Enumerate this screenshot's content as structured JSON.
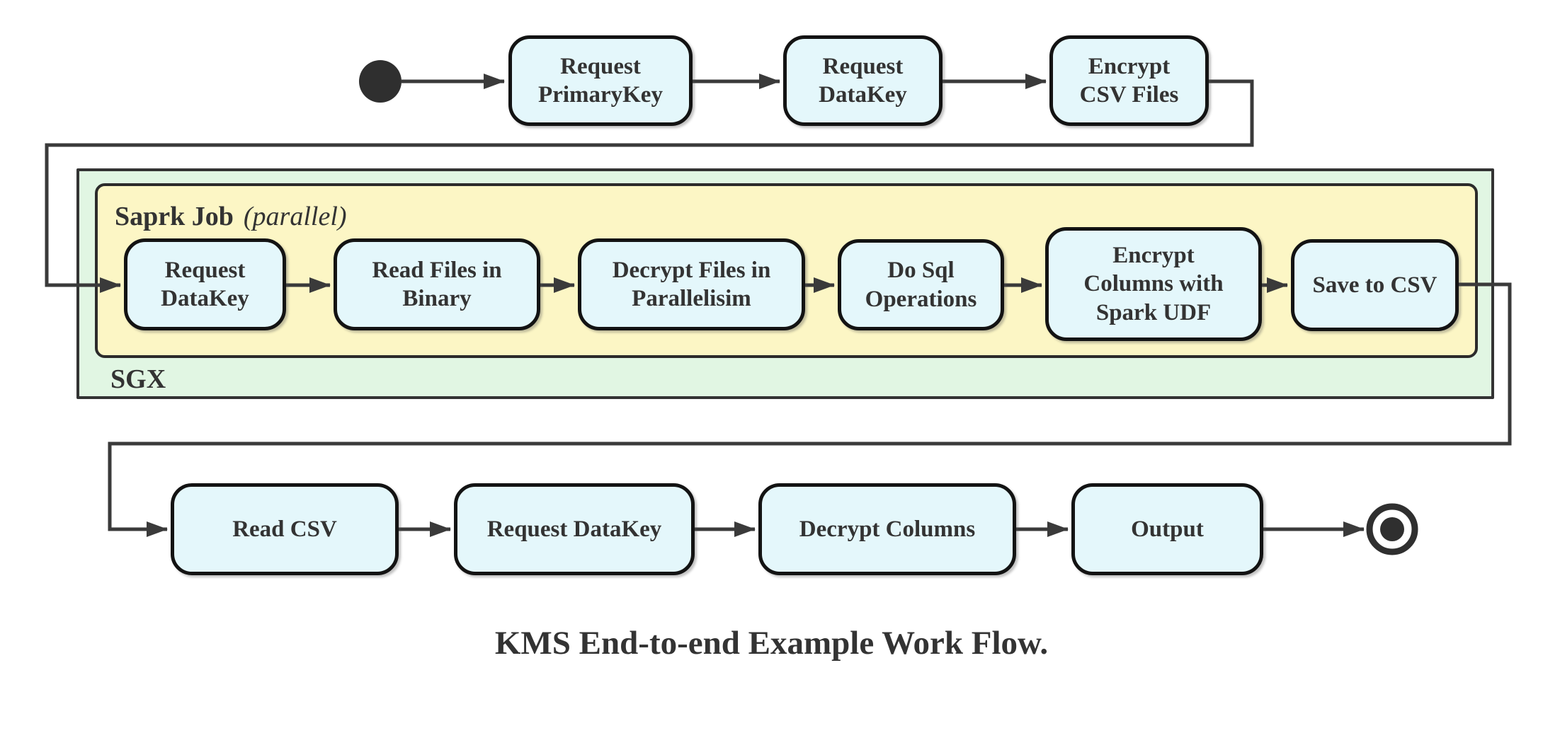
{
  "diagram": {
    "caption": "KMS End-to-end Example Work Flow.",
    "containers": {
      "sgx": {
        "label": "SGX"
      },
      "spark_job": {
        "label": "Saprk Job",
        "qualifier": "(parallel)"
      }
    },
    "nodes": {
      "top": [
        {
          "label": "Request\nPrimaryKey"
        },
        {
          "label": "Request\nDataKey"
        },
        {
          "label": "Encrypt\nCSV Files"
        }
      ],
      "spark": [
        {
          "label": "Request\nDataKey"
        },
        {
          "label": "Read Files in\nBinary"
        },
        {
          "label": "Decrypt Files in\nParallelisim"
        },
        {
          "label": "Do Sql\nOperations"
        },
        {
          "label": "Encrypt\nColumns with\nSpark UDF"
        },
        {
          "label": "Save to CSV"
        }
      ],
      "bottom": [
        {
          "label": "Read CSV"
        },
        {
          "label": "Request DataKey"
        },
        {
          "label": "Decrypt Columns"
        },
        {
          "label": "Output"
        }
      ]
    },
    "markers": {
      "start": "initial-state",
      "end": "final-state"
    },
    "colors": {
      "node_fill": "#e4f7fb",
      "spark_fill": "#fcf6c5",
      "sgx_fill": "#e1f6e3",
      "stroke": "#3a3a3a",
      "text": "#333333"
    }
  }
}
